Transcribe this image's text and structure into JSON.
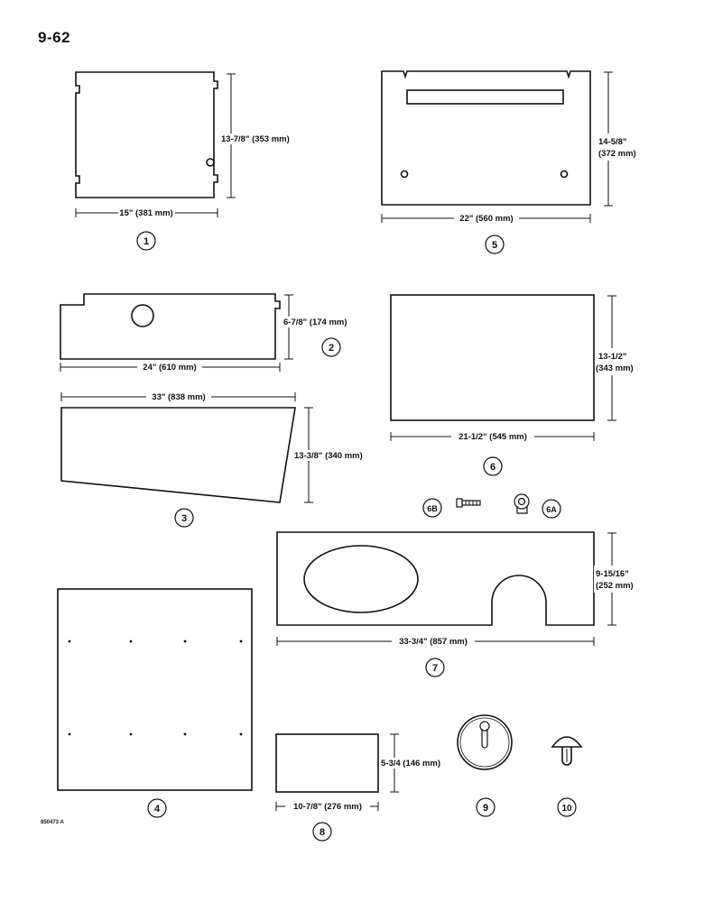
{
  "page_number": "9-62",
  "reference_code": "850473 A",
  "parts": {
    "p1": {
      "callout": "1",
      "width": "15\" (381 mm)",
      "height": "13-7/8\" (353 mm)"
    },
    "p2": {
      "callout": "2",
      "width": "24\" (610 mm)",
      "height": "6-7/8\" (174 mm)"
    },
    "p3": {
      "callout": "3",
      "width": "33\" (838 mm)",
      "height": "13-3/8\" (340 mm)"
    },
    "p4": {
      "callout": "4"
    },
    "p5": {
      "callout": "5",
      "width": "22\" (560 mm)",
      "height_l1": "14-5/8\"",
      "height_l2": "(372 mm)"
    },
    "p6": {
      "callout": "6",
      "width": "21-1/2\" (545 mm)",
      "height_l1": "13-1/2\"",
      "height_l2": "(343 mm)"
    },
    "p6a": {
      "callout": "6A"
    },
    "p6b": {
      "callout": "6B"
    },
    "p7": {
      "callout": "7",
      "width": "33-3/4\" (857 mm)",
      "height_l1": "9-15/16\"",
      "height_l2": "(252 mm)"
    },
    "p8": {
      "callout": "8",
      "width": "10-7/8\" (276 mm)",
      "height": "5-3/4 (146 mm)"
    },
    "p9": {
      "callout": "9"
    },
    "p10": {
      "callout": "10"
    }
  }
}
